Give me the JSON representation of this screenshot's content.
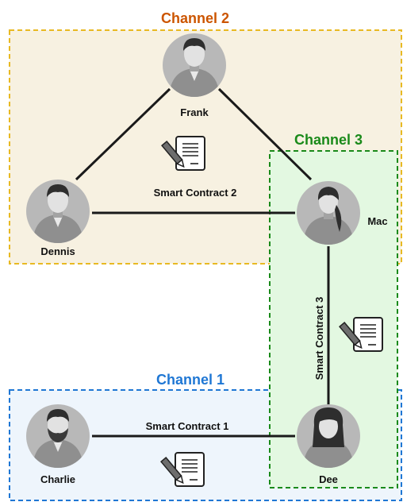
{
  "colors": {
    "channel1": "#1f77d4",
    "channel2": "#cc5500",
    "channel3": "#1a8a1a",
    "channel1_fill": "#eef5fc",
    "channel2_fill": "#f7f1e1",
    "channel3_fill": "#e3f8e1",
    "avatar": "#b8b8b8",
    "link": "#1a1a1a"
  },
  "channels": [
    {
      "id": "channel1",
      "title": "Channel 1"
    },
    {
      "id": "channel2",
      "title": "Channel 2"
    },
    {
      "id": "channel3",
      "title": "Channel 3"
    }
  ],
  "contracts": [
    {
      "id": "sc1",
      "label": "Smart Contract 1",
      "icon": "contract-document-pen-icon"
    },
    {
      "id": "sc2",
      "label": "Smart Contract 2",
      "icon": "contract-document-pen-icon"
    },
    {
      "id": "sc3",
      "label": "Smart Contract 3",
      "icon": "contract-document-pen-icon"
    }
  ],
  "people": [
    {
      "id": "frank",
      "name": "Frank",
      "icon": "person-avatar-icon"
    },
    {
      "id": "dennis",
      "name": "Dennis",
      "icon": "person-avatar-icon"
    },
    {
      "id": "mac",
      "name": "Mac",
      "icon": "woman-avatar-icon"
    },
    {
      "id": "charlie",
      "name": "Charlie",
      "icon": "bearded-man-avatar-icon"
    },
    {
      "id": "dee",
      "name": "Dee",
      "icon": "woman-avatar-icon"
    }
  ]
}
